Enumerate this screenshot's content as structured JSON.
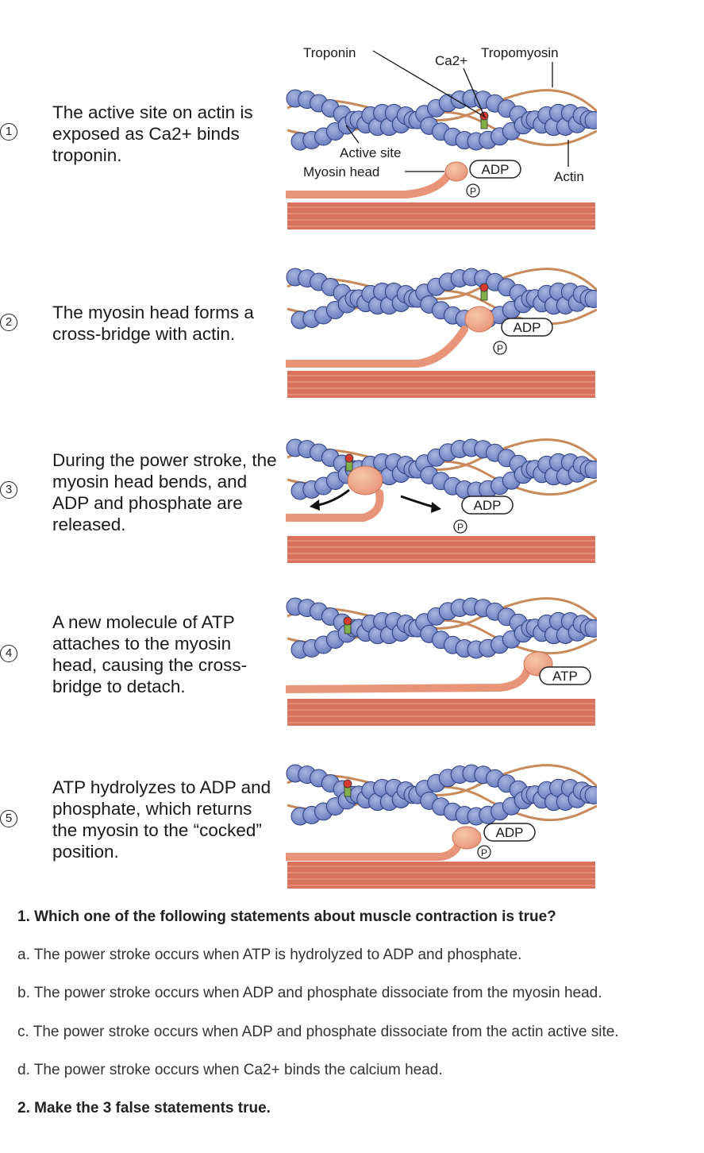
{
  "steps": [
    {
      "num": "1",
      "text": "The active site on actin is exposed as Ca2+ binds troponin."
    },
    {
      "num": "2",
      "text": "The myosin head forms a cross-bridge with actin."
    },
    {
      "num": "3",
      "text": "During the power stroke, the myosin head bends, and ADP and phosphate are released."
    },
    {
      "num": "4",
      "text": "A new molecule of ATP attaches to the myosin head, causing the cross-bridge to detach."
    },
    {
      "num": "5",
      "text": "ATP hydrolyzes to ADP and phosphate, which returns the myosin to the “cocked” position."
    }
  ],
  "labels": {
    "troponin": "Troponin",
    "ca": "Ca2+",
    "tropomyosin": "Tropomyosin",
    "active_site": "Active site",
    "myosin_head": "Myosin head",
    "adp": "ADP",
    "p": "P",
    "actin": "Actin",
    "atp": "ATP"
  },
  "colors": {
    "actin_bead": "#6a7fc0",
    "actin_bead_light": "#a7b4e0",
    "myosin": "#e89478",
    "myosin_light": "#f7c6a8",
    "tropomyosin": "#c88a5a",
    "filament": "#d9725a",
    "troponin_red": "#d63a2f",
    "troponin_green": "#7fb04a"
  },
  "questions": {
    "q1": "1. Which one of the following statements about muscle contraction is true?",
    "a": "a. The power stroke occurs when ATP is hydrolyzed to ADP and phosphate.",
    "b": "b. The power stroke occurs when ADP and phosphate dissociate from the myosin head.",
    "c": "c. The power stroke occurs when ADP and phosphate dissociate from the actin active site.",
    "d": "d. The power stroke occurs when Ca2+ binds the calcium head.",
    "q2": "2. Make the 3 false statements true."
  }
}
